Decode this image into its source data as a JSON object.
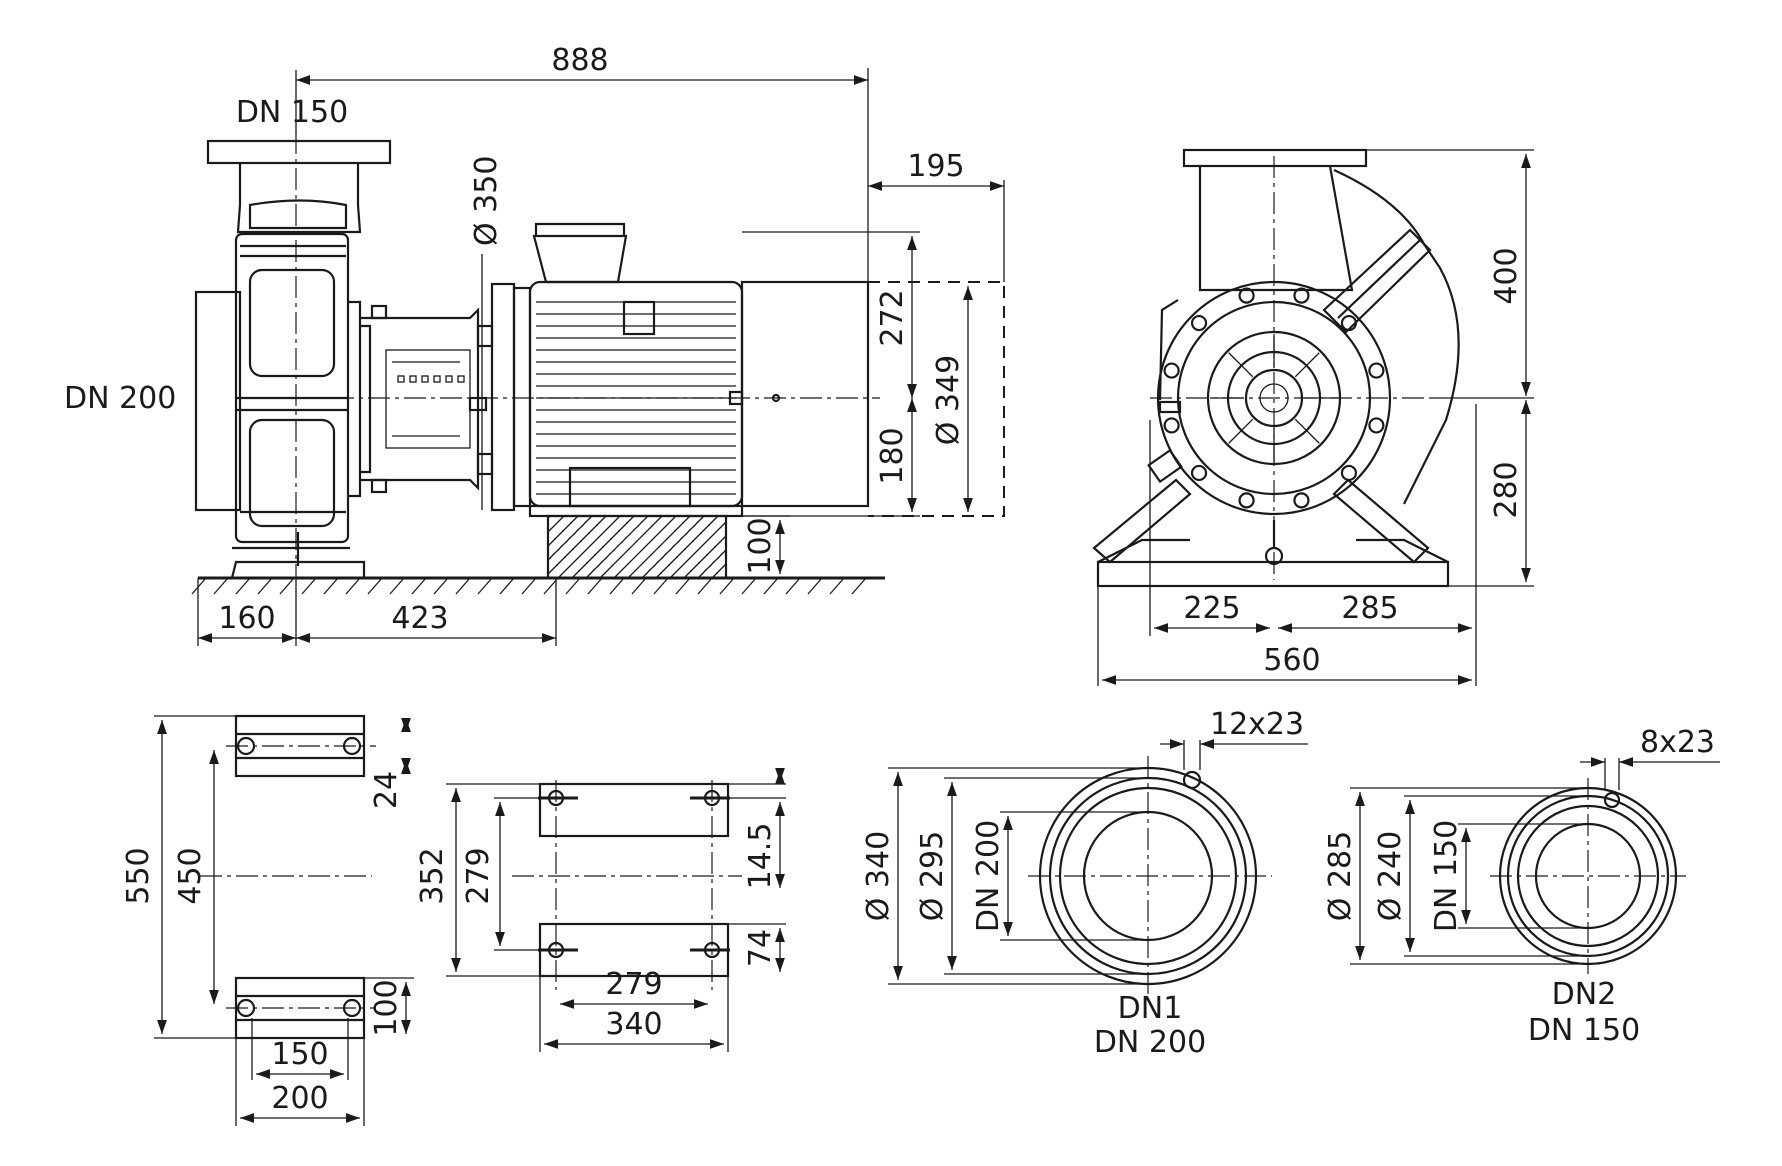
{
  "side_view": {
    "overall_length": "888",
    "fan_cover_overhang": "195",
    "motor_flange_diameter": "Ø 350",
    "motor_height_above_axis": "272",
    "motor_height_below_axis": "180",
    "motor_diameter": "Ø 349",
    "motor_base_height": "100",
    "pump_foot_length": "160",
    "base_distance": "423",
    "discharge_flange": "DN 150",
    "suction_flange": "DN 200"
  },
  "front_view": {
    "height_above_axis": "400",
    "axis_height": "280",
    "width_left": "225",
    "width_right": "285",
    "overall_width": "560"
  },
  "pump_foot_view": {
    "overall_length": "550",
    "hole_distance": "450",
    "hole_spacing_small": "24",
    "foot_height": "100",
    "inner_width": "150",
    "outer_width": "200"
  },
  "motor_foot_view": {
    "overall_length": "352",
    "hole_distance": "279",
    "small_offset": "14.5",
    "foot_depth": "74",
    "hole_width": "279",
    "overall_width": "340"
  },
  "flange_dn1": {
    "bolt_holes": "12x23",
    "outer_diameter": "Ø 340",
    "bolt_circle": "Ø 295",
    "bore": "DN 200",
    "caption_line1": "DN1",
    "caption_line2": "DN 200"
  },
  "flange_dn2": {
    "bolt_holes": "8x23",
    "outer_diameter": "Ø 285",
    "bolt_circle": "Ø 240",
    "bore": "DN 150",
    "caption_line1": "DN2",
    "caption_line2": "DN 150"
  }
}
